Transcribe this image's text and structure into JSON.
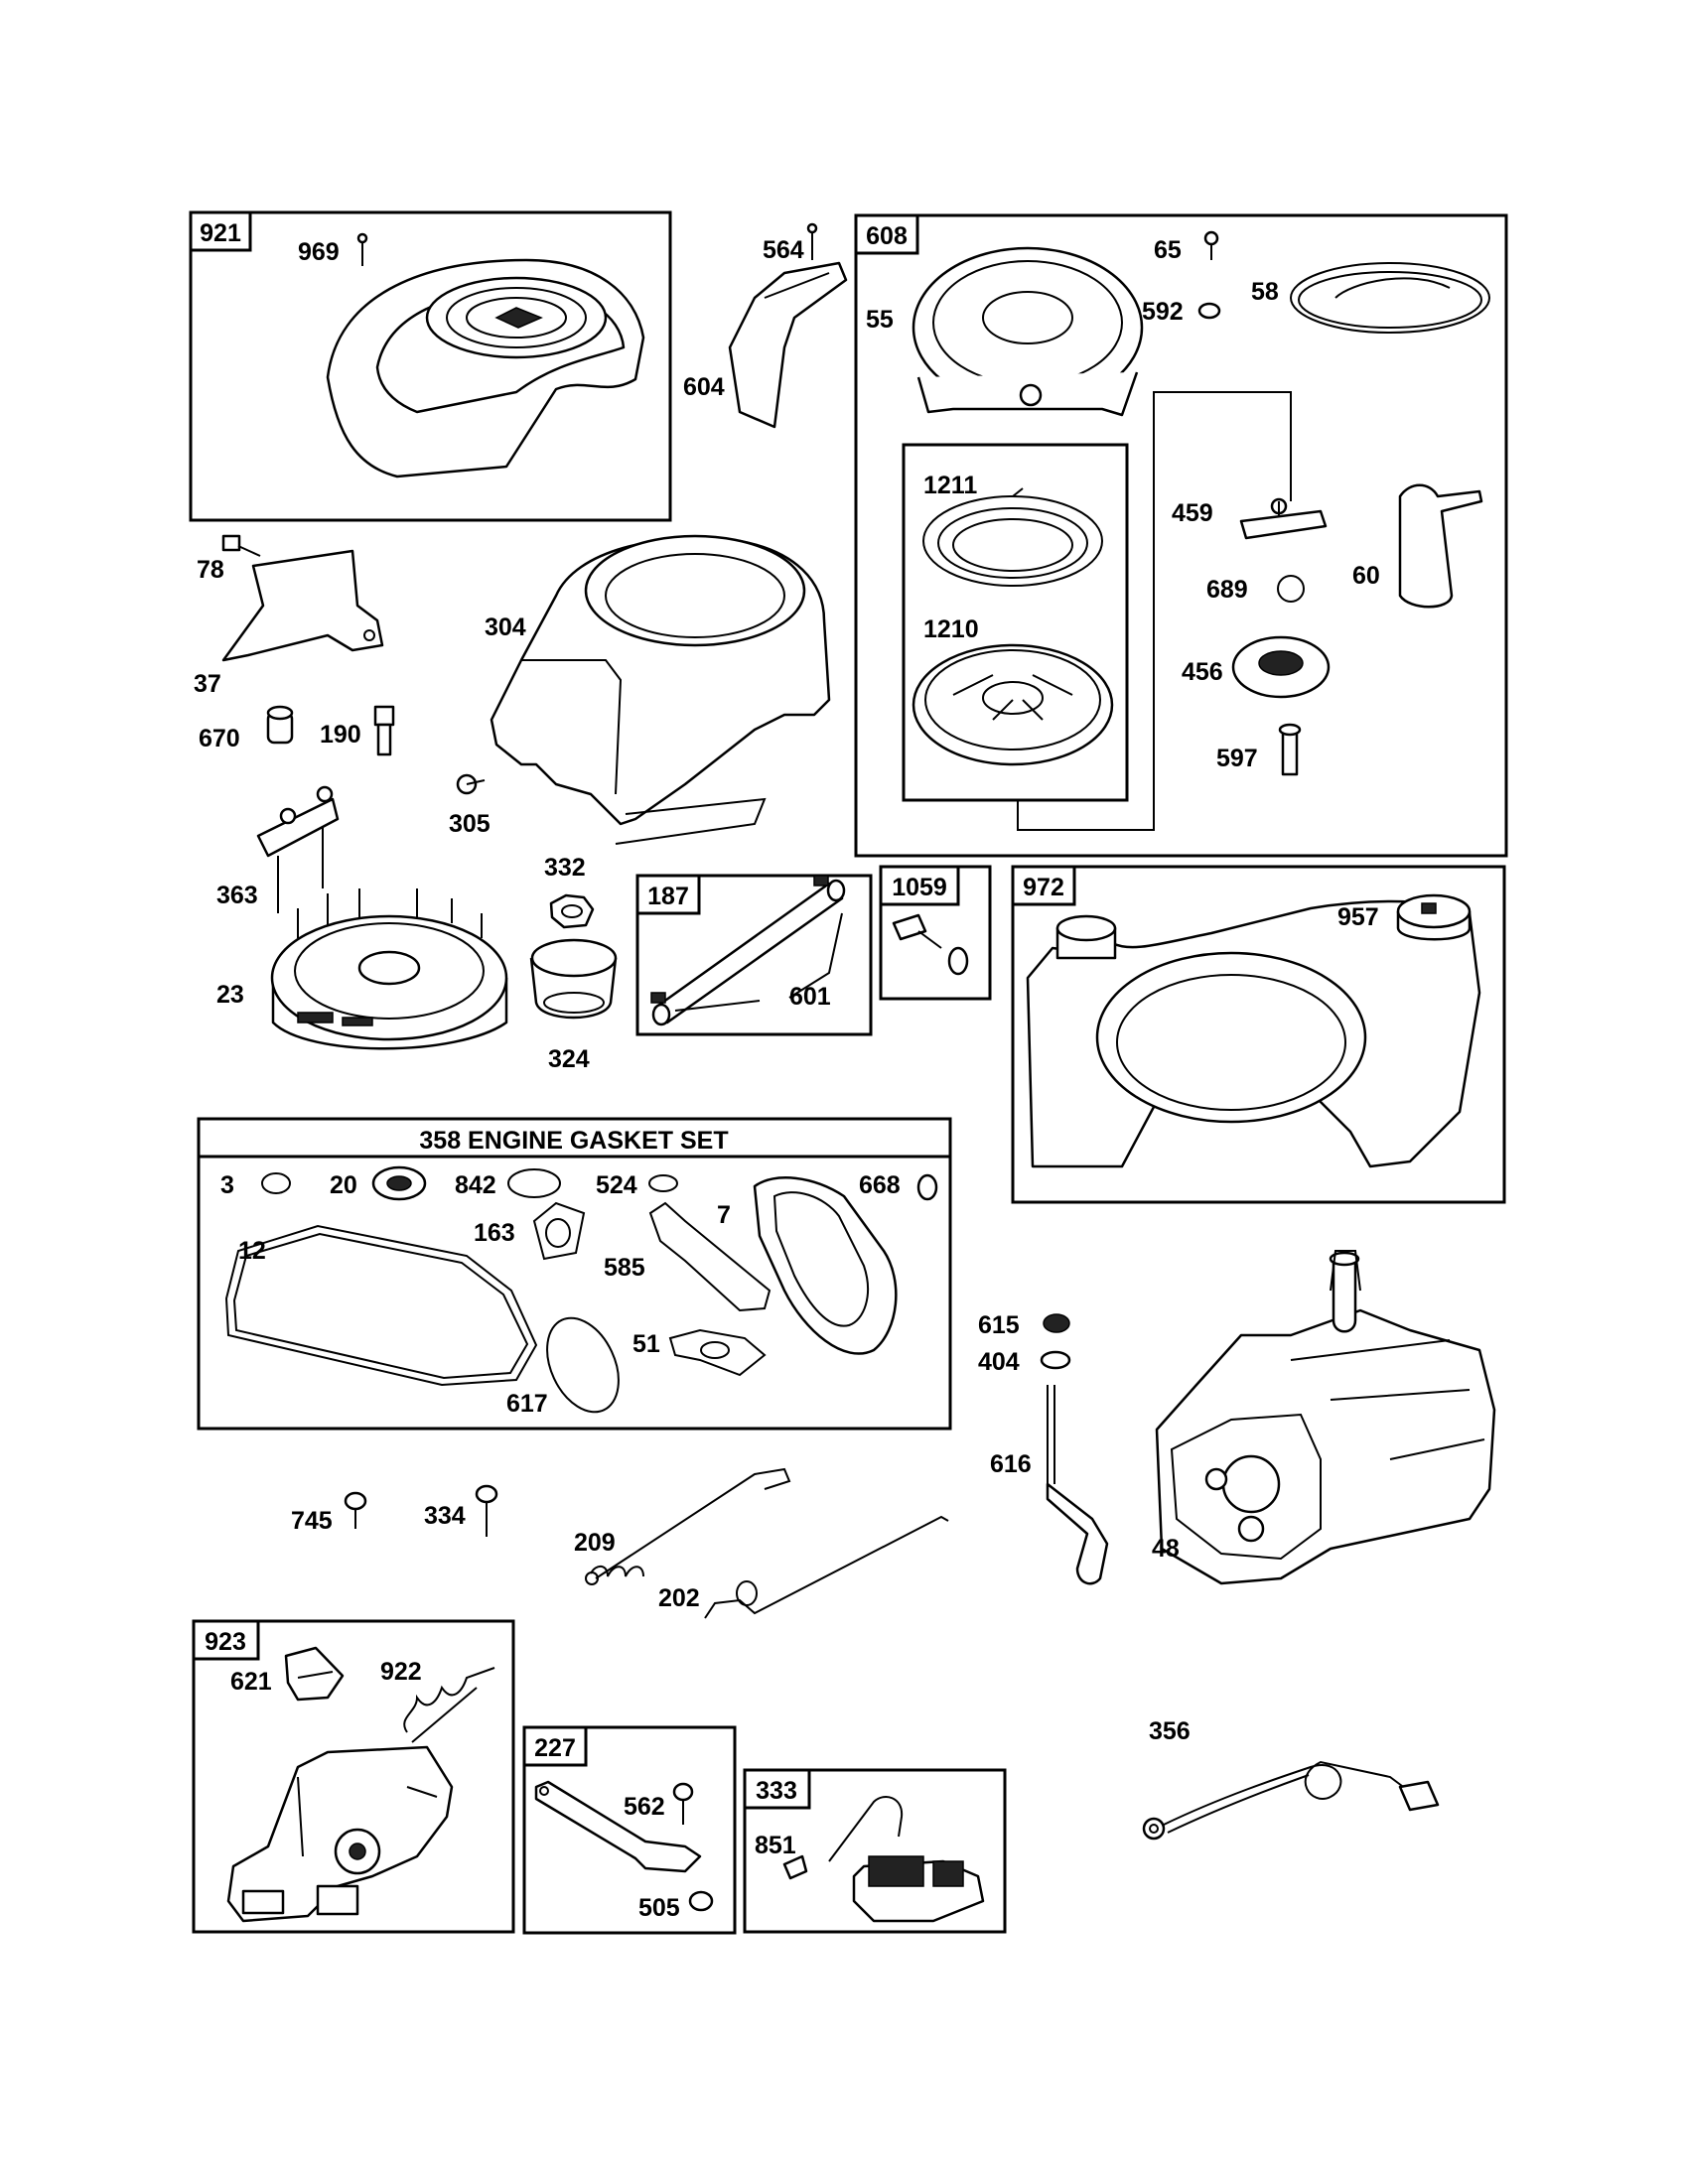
{
  "title": "358 ENGINE GASKET SET",
  "groups": {
    "g921": "921",
    "g608": "608",
    "g187": "187",
    "g1059": "1059",
    "g972": "972",
    "g923": "923",
    "g227": "227",
    "g333": "333"
  },
  "labels": {
    "p969": "969",
    "p564": "564",
    "p604": "604",
    "p65": "65",
    "p592": "592",
    "p58": "58",
    "p55": "55",
    "p1211": "1211",
    "p1210": "1210",
    "p459": "459",
    "p689": "689",
    "p60": "60",
    "p456": "456",
    "p597": "597",
    "p78": "78",
    "p37": "37",
    "p304": "304",
    "p670": "670",
    "p190": "190",
    "p305": "305",
    "p363": "363",
    "p332": "332",
    "p23": "23",
    "p324": "324",
    "p601": "601",
    "p957": "957",
    "p3": "3",
    "p20": "20",
    "p842": "842",
    "p524": "524",
    "p668": "668",
    "p7": "7",
    "p12": "12",
    "p163": "163",
    "p585": "585",
    "p51": "51",
    "p617": "617",
    "p615": "615",
    "p404": "404",
    "p616": "616",
    "p48": "48",
    "p745": "745",
    "p334": "334",
    "p209": "209",
    "p202": "202",
    "p621": "621",
    "p922": "922",
    "p562": "562",
    "p505": "505",
    "p851": "851",
    "p356": "356"
  }
}
